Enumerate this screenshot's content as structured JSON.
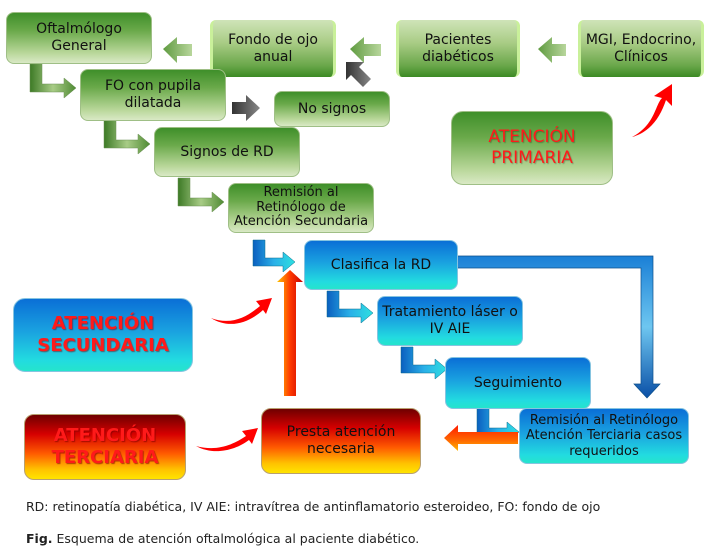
{
  "diagram": {
    "nodes": {
      "oftalmologo_general": "Oftalmólogo General",
      "fondo_ojo_anual": "Fondo de ojo anual",
      "pacientes_diabeticos": "Pacientes diabéticos",
      "mgi_endocrino_clinicos": "MGI, Endocrino, Clínicos",
      "fo_pupila_dilatada": "FO con pupila dilatada",
      "no_signos": "No signos",
      "signos_rd": "Signos de RD",
      "remision_retinologo_secundaria": "Remisión al Retinólogo de Atención Secundaria",
      "clasifica_rd": "Clasifica la RD",
      "tratamiento": "Tratamiento  láser o IV AIE",
      "seguimiento": "Seguimiento",
      "remision_terciaria": "Remisión al Retinólogo Atención Terciaria casos requeridos",
      "presta_atencion": "Presta atención necesaria"
    },
    "levels": {
      "primaria": "ATENCIÓN PRIMARIA",
      "secundaria": "ATENCIÓN SECUNDARIA",
      "terciaria": "ATENCIÓN TERCIARIA"
    },
    "colors": {
      "primary_level": "#3f8f2a",
      "secondary_level": "#1aa2e0",
      "tertiary_level": "#d60000",
      "label_red": "#ff1a1a"
    }
  },
  "footer": {
    "abbreviations": "RD: retinopatía diabética, IV AIE: intravítrea de antinflamatorio esteroideo, FO: fondo de ojo",
    "fig_label": "Fig.",
    "caption": "Esquema de atención oftalmológica al paciente diabético."
  }
}
